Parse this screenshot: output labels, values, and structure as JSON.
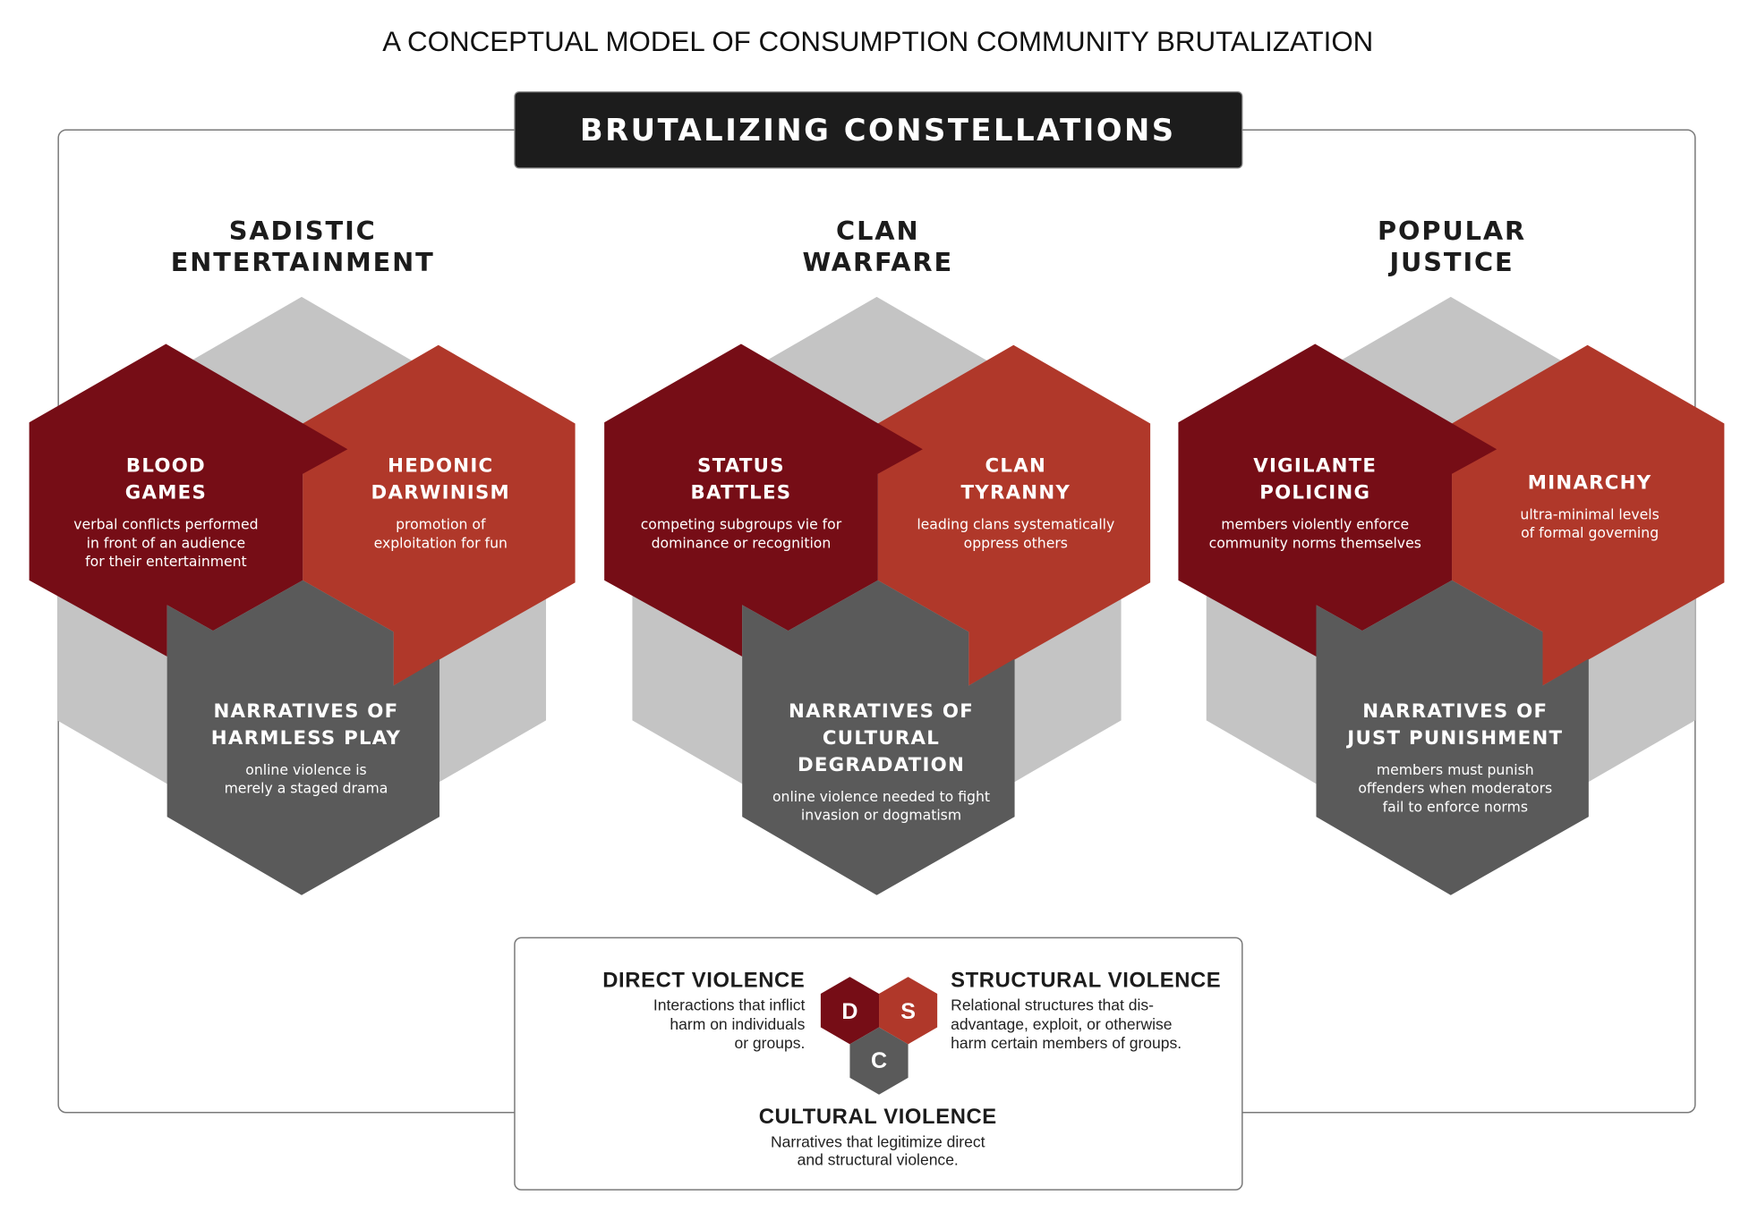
{
  "title": "A CONCEPTUAL MODEL OF CONSUMPTION COMMUNITY BRUTALIZATION",
  "banner": "BRUTALIZING CONSTELLATIONS",
  "colors": {
    "direct": "#760d16",
    "structural": "#b0382a",
    "cultural": "#5a5a5a",
    "background_hex": "#c4c4c4",
    "banner": "#1c1c1c"
  },
  "clusters": [
    {
      "heading": [
        "SADISTIC",
        "ENTERTAINMENT"
      ],
      "direct": {
        "title": [
          "BLOOD",
          "GAMES"
        ],
        "desc": [
          "verbal conflicts performed",
          "in front of an audience",
          "for their entertainment"
        ]
      },
      "structural": {
        "title": [
          "HEDONIC",
          "DARWINISM"
        ],
        "desc": [
          "promotion of",
          "exploitation for fun"
        ]
      },
      "cultural": {
        "title": [
          "NARRATIVES OF",
          "HARMLESS PLAY"
        ],
        "desc": [
          "online violence is",
          "merely a staged drama"
        ]
      }
    },
    {
      "heading": [
        "CLAN",
        "WARFARE"
      ],
      "direct": {
        "title": [
          "STATUS",
          "BATTLES"
        ],
        "desc": [
          "competing subgroups vie for",
          "dominance or recognition"
        ]
      },
      "structural": {
        "title": [
          "CLAN",
          "TYRANNY"
        ],
        "desc": [
          "leading clans systematically",
          "oppress others"
        ]
      },
      "cultural": {
        "title": [
          "NARRATIVES OF",
          "CULTURAL",
          "DEGRADATION"
        ],
        "desc": [
          "online violence needed to fight",
          "invasion or dogmatism"
        ]
      }
    },
    {
      "heading": [
        "POPULAR",
        "JUSTICE"
      ],
      "direct": {
        "title": [
          "VIGILANTE",
          "POLICING"
        ],
        "desc": [
          "members violently enforce",
          "community norms themselves"
        ]
      },
      "structural": {
        "title": [
          "MINARCHY"
        ],
        "desc": [
          "ultra-minimal levels",
          "of formal governing"
        ]
      },
      "cultural": {
        "title": [
          "NARRATIVES OF",
          "JUST PUNISHMENT"
        ],
        "desc": [
          "members must punish",
          "offenders when moderators",
          "fail to enforce norms"
        ]
      }
    }
  ],
  "legend": {
    "direct": {
      "letter": "D",
      "title": "DIRECT VIOLENCE",
      "desc": [
        "Interactions that inflict",
        "harm on individuals",
        "or groups."
      ]
    },
    "structural": {
      "letter": "S",
      "title": "STRUCTURAL VIOLENCE",
      "desc": [
        "Relational structures that dis-",
        "advantage, exploit, or otherwise",
        "harm certain members of groups."
      ]
    },
    "cultural": {
      "letter": "C",
      "title": "CULTURAL VIOLENCE",
      "desc": [
        "Narratives that legitimize direct",
        "and structural violence."
      ]
    }
  }
}
